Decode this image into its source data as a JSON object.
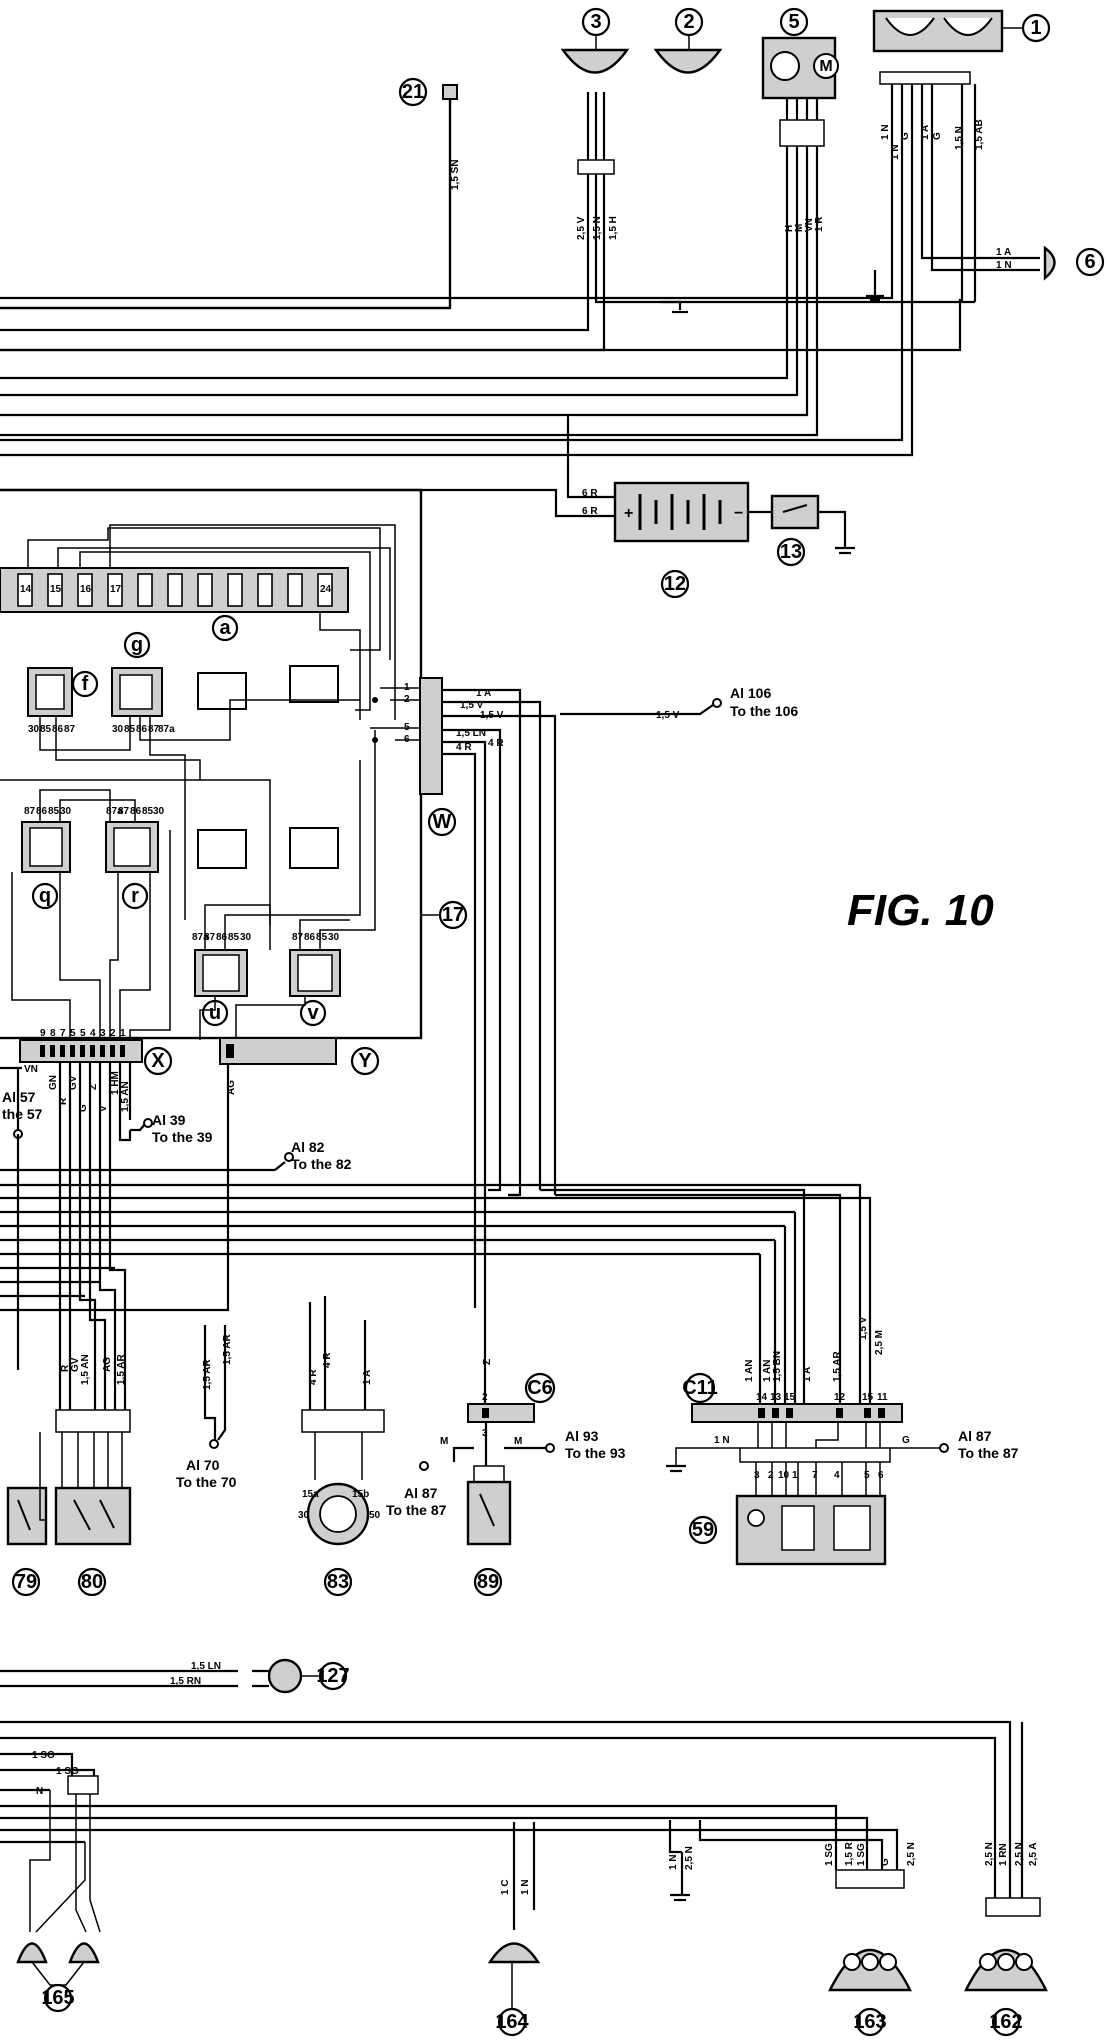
{
  "figure": {
    "title": "FIG. 10"
  },
  "markers": [
    "1",
    "2",
    "3",
    "5",
    "6",
    "12",
    "13",
    "17",
    "21",
    "59",
    "79",
    "80",
    "83",
    "89",
    "127",
    "162",
    "163",
    "164",
    "165"
  ],
  "relay_letters": [
    "a",
    "f",
    "g",
    "q",
    "r",
    "u",
    "v",
    "W",
    "X",
    "Y"
  ],
  "connector_codes": [
    "C6",
    "C11"
  ],
  "fuse_numbers": [
    "14",
    "15",
    "16",
    "17",
    "24"
  ],
  "cross_references": [
    {
      "line1": "Al 106",
      "line2": "To the 106"
    },
    {
      "line1": "Al 57",
      "line2": "the 57"
    },
    {
      "line1": "Al 39",
      "line2": "To the 39"
    },
    {
      "line1": "Al 82",
      "line2": "To the 82"
    },
    {
      "line1": "Al 70",
      "line2": "To the 70"
    },
    {
      "line1": "Al 93",
      "line2": "To the 93"
    },
    {
      "line1": "Al 87",
      "line2": "To the 87"
    },
    {
      "line1": "Al 87",
      "line2": "To the 87"
    }
  ],
  "wire_labels": {
    "w21": "1,5 SN",
    "w3a": "2,5 V",
    "w3b": "1,5 N",
    "w3c": "1,5 H",
    "w5a": "H",
    "w5b": "M",
    "w5c": "VN",
    "w5d": "1 R",
    "w1a": "1 N",
    "w1b": "1 N",
    "w1c": "G",
    "w1d": "1 A",
    "w1e": "G",
    "w1f": "1,5 N",
    "w1g": "1,5 AB",
    "w6a": "1 A",
    "w6b": "1 N",
    "w12a": "6 R",
    "w12b": "6 R",
    "wWa": "1 A",
    "wWb": "1,5 V",
    "wWc": "1,5 V",
    "wWd": "1,5 LN",
    "wWe": "4 R",
    "wWf": "4 R",
    "w106": "1,5 V",
    "wX1": "VN",
    "wX2": "GN",
    "wX3": "R",
    "wX4": "GV",
    "wX5": "G",
    "wX6": "Z",
    "wX7": "V",
    "wX8": "1 HM",
    "wX9": "1,5 AN",
    "wY1": "AG",
    "w80a": "R",
    "w80b": "GV",
    "w80c": "1,5 AN",
    "w80d": "AG",
    "w80e": "1,5 AR",
    "w70a": "1,5 AR",
    "w70b": "1,5 AR",
    "w83a": "4 R",
    "w83b": "4 R",
    "w83c": "1 A",
    "w83d": "15a",
    "w83e": "15b",
    "w83f": "30",
    "w83g": "50",
    "wC6": "Z",
    "w89a": "M",
    "w89b": "M",
    "w59a": "1 AN",
    "w59b": "1 AN",
    "w59c": "1,5 BN",
    "w59d": "1 A",
    "w59e": "1,5 AR",
    "w59f": "1,5 V",
    "w59g": "2,5 M",
    "w59h": "1 N",
    "w59i": "G",
    "w127a": "1,5 LN",
    "w127b": "1,5 RN",
    "w165a": "1 SG",
    "w165b": "1 SG",
    "w165c": "N",
    "w164a": "1 C",
    "w164b": "1 N",
    "wgnd1": "1 N",
    "wgnd2": "2,5 N",
    "w163a": "1 SG",
    "w163b": "1,5 R",
    "w163c": "1 SG",
    "w163d": "G",
    "w163e": "2,5 N",
    "w162a": "2,5 N",
    "w162b": "1 RN",
    "w162c": "2,5 N",
    "w162d": "2,5 A"
  },
  "pin_labels": {
    "x": [
      "9",
      "8",
      "7",
      "5",
      "5",
      "4",
      "3",
      "2",
      "1"
    ],
    "c11": [
      "14",
      "13",
      "15",
      "12",
      "15",
      "11"
    ],
    "c6": [
      "2",
      "3"
    ],
    "p59": [
      "3",
      "2",
      "10",
      "1",
      "7",
      "4",
      "5",
      "6"
    ],
    "relay_fg": [
      "30",
      "85",
      "86",
      "87"
    ],
    "relay_fg2": [
      "30",
      "85",
      "86",
      "87",
      "87a"
    ],
    "relay_qr": [
      "87",
      "86",
      "85",
      "30"
    ],
    "relay_qr2": [
      "87a",
      "87",
      "86",
      "85",
      "30"
    ],
    "relay_uv": [
      "87",
      "86",
      "85",
      "30"
    ],
    "relay_uv2": [
      "87a",
      "87",
      "86",
      "85",
      "30"
    ],
    "w_pins": [
      "1",
      "2",
      "5",
      "6"
    ]
  },
  "component_symbols": {
    "motor": "M",
    "plus": "+",
    "minus": "−"
  },
  "colors": {
    "ink": "#000000",
    "shade": "#cfcfcf",
    "paper": "#ffffff"
  }
}
